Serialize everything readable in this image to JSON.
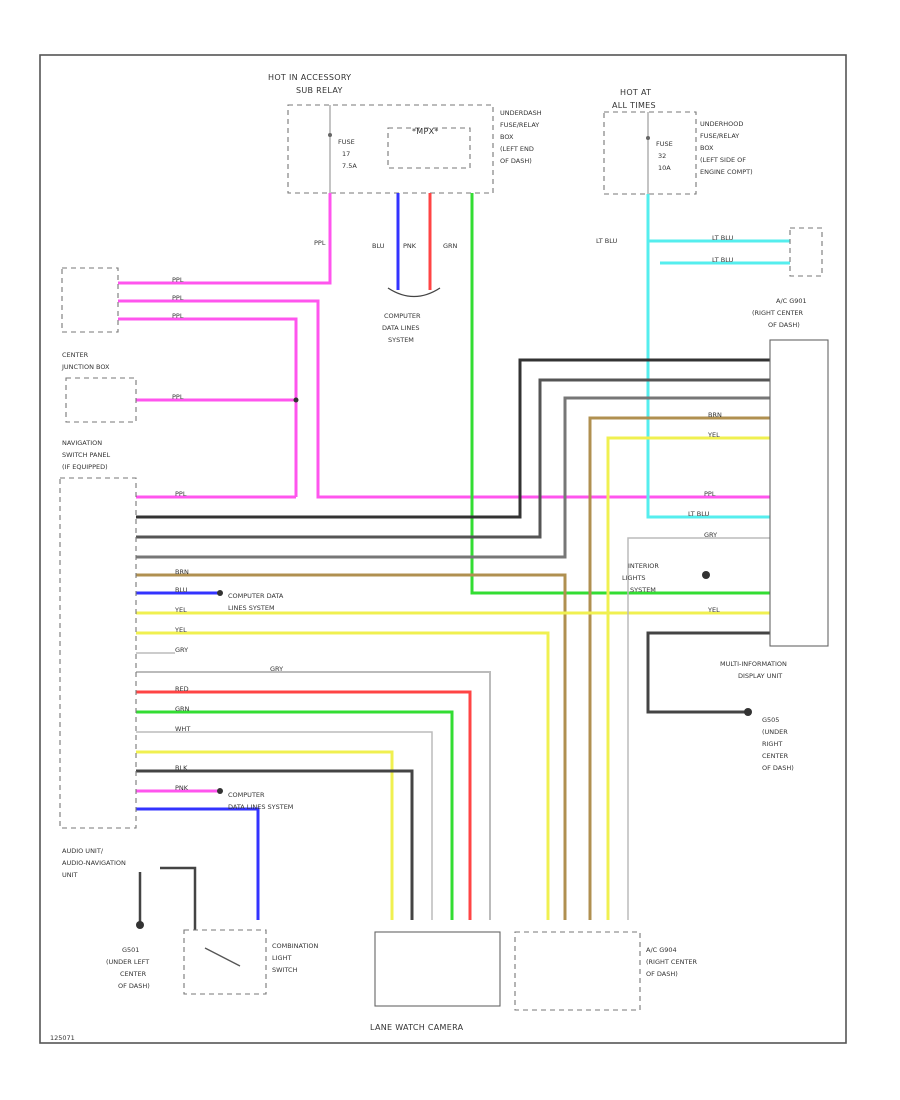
{
  "colors": {
    "pink": "#ff55ee",
    "green": "#33dd33",
    "blue": "#3333ff",
    "red": "#ff4444",
    "cyan": "#55eeee",
    "yellow": "#f0f050",
    "tan": "#b09050",
    "dark": "#333333",
    "gray": "#888888",
    "lightgray": "#bbbbbb"
  },
  "labels": {
    "hot_acc": [
      "HOT IN ACCESSORY",
      "SUB RELAY"
    ],
    "hot_at": [
      "HOT AT",
      "ALL TIMES"
    ],
    "fuse1": [
      "FUSE",
      "17",
      "7.5A"
    ],
    "fuse2": [
      "FUSE",
      "32",
      "10A"
    ],
    "mpx": "*MPX*",
    "ufrb1": [
      "UNDERDASH",
      "FUSE/RELAY",
      "BOX",
      "(LEFT END",
      "OF DASH)"
    ],
    "ufrb2": [
      "UNDERHOOD",
      "FUSE/RELAY",
      "BOX",
      "(LEFT SIDE OF",
      "ENGINE COMPT)"
    ],
    "comp_data": [
      "COMPUTER",
      "DATA LINES",
      "SYSTEM"
    ],
    "center_jb": [
      "CENTER",
      "JUNCTION BOX"
    ],
    "nav_switch": [
      "NAVIGATION",
      "SWITCH PANEL",
      "(IF EQUIPPED)"
    ],
    "ac_g901": [
      "A/C G901",
      "(RIGHT CENTER",
      "OF DASH)"
    ],
    "interior": [
      "INTERIOR",
      "LIGHTS",
      "SYSTEM"
    ],
    "comp_data2": [
      "COMPUTER DATA",
      "LINES SYSTEM"
    ],
    "comp_data3": [
      "COMPUTER",
      "DATA LINES SYSTEM"
    ],
    "mid": [
      "MULTI-INFORMATION",
      "DISPLAY UNIT"
    ],
    "g505": [
      "G505",
      "(UNDER",
      "RIGHT",
      "CENTER",
      "OF DASH)"
    ],
    "audio": [
      "AUDIO UNIT/",
      "AUDIO-NAVIGATION",
      "UNIT"
    ],
    "g501": [
      "G501",
      "(UNDER LEFT",
      "CENTER",
      "OF DASH)"
    ],
    "combo": [
      "COMBINATION",
      "LIGHT",
      "SWITCH"
    ],
    "lane": "LANE WATCH CAMERA",
    "ac_g904": [
      "A/C G904",
      "(RIGHT CENTER",
      "OF DASH)"
    ],
    "code": "125071"
  },
  "wires": {
    "blu": "BLU",
    "pnk": "PNK",
    "grn": "GRN",
    "ppl": "PPL",
    "ltblu": "LT BLU",
    "yel": "YEL",
    "brn": "BRN",
    "gry": "GRY",
    "red": "RED",
    "wht": "WHT",
    "blk": "BLK"
  }
}
